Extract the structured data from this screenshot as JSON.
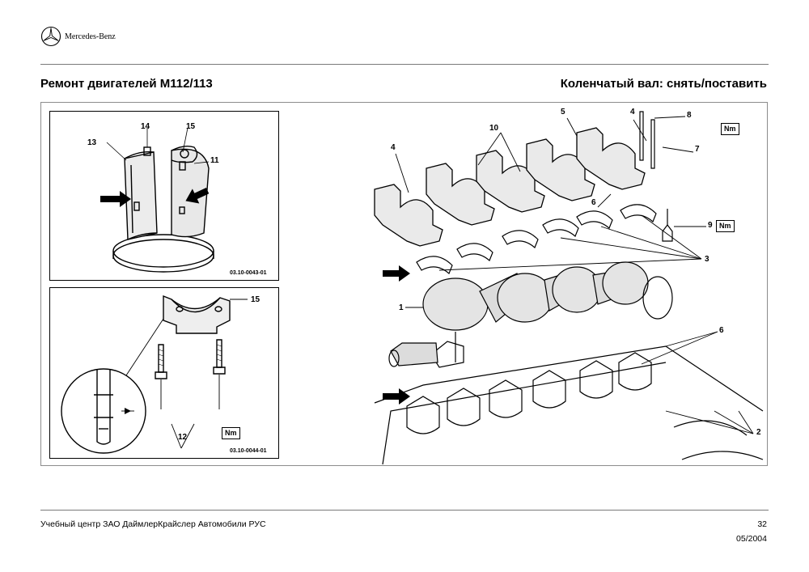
{
  "brand": {
    "name": "Mercedes-Benz",
    "icon": "mercedes-star-icon"
  },
  "header": {
    "title_left": "Ремонт двигателей M112/113",
    "title_right": "Коленчатый вал: снять/поставить"
  },
  "figure": {
    "inset_top": {
      "labels": [
        "14",
        "15",
        "13",
        "11"
      ],
      "code": "03.10-0043-01"
    },
    "inset_bottom": {
      "labels": [
        "15",
        "12"
      ],
      "torque_label": "Nm",
      "code": "03.10-0044-01"
    },
    "main": {
      "labels": [
        "5",
        "4",
        "8",
        "10",
        "7",
        "4",
        "6",
        "9",
        "3",
        "1",
        "6",
        "2"
      ],
      "torque_labels": [
        "Nm",
        "Nm"
      ]
    }
  },
  "footer": {
    "organization": "Учебный центр ЗАО ДаймлерКрайслер Автомобили РУС",
    "page": "32",
    "date": "05/2004"
  }
}
